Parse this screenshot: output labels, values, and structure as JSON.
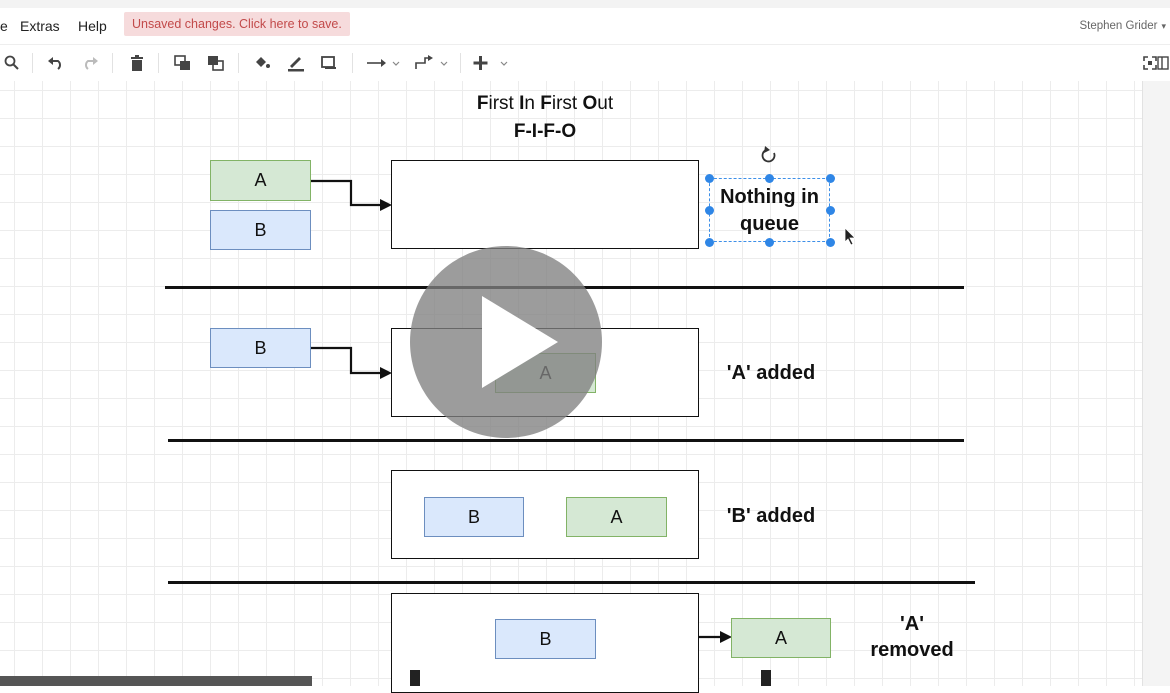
{
  "menubar": {
    "partial_item": "e",
    "items": [
      "Extras",
      "Help"
    ],
    "unsaved_notice": "Unsaved changes. Click here to save.",
    "user_name": "Stephen Grider"
  },
  "toolbar": {
    "icons": [
      "zoom-icon",
      "undo-icon",
      "redo-icon",
      "delete-icon",
      "to-front-icon",
      "to-back-icon",
      "fill-color-icon",
      "line-color-icon",
      "shadow-icon",
      "connection-icon",
      "waypoints-icon",
      "insert-icon"
    ]
  },
  "diagram": {
    "title_line1": [
      "F",
      "irst ",
      "I",
      "n ",
      "F",
      "irst ",
      "O",
      "ut"
    ],
    "title_line2": "F-I-F-O",
    "rows": [
      {
        "waiting": [
          "A",
          "B"
        ],
        "queue_items": [],
        "caption": "Nothing in queue"
      },
      {
        "waiting": [
          "B"
        ],
        "queue_items": [
          "A"
        ],
        "caption": "'A' added"
      },
      {
        "waiting": [],
        "queue_items": [
          "B",
          "A"
        ],
        "caption": "'B' added"
      },
      {
        "waiting": [],
        "queue_items": [
          "B"
        ],
        "removed": "A",
        "caption_line1": "'A'",
        "caption_line2": "removed"
      }
    ]
  },
  "colors": {
    "item_green_fill": "#d5e8d4",
    "item_green_border": "#82b366",
    "item_blue_fill": "#dae8fc",
    "item_blue_border": "#6c8ebf",
    "selection": "#2f86e6",
    "unsaved_bg": "#f6dbdc",
    "unsaved_text": "#c24a4a"
  },
  "overlay": {
    "play_button_icon": "play-icon"
  }
}
